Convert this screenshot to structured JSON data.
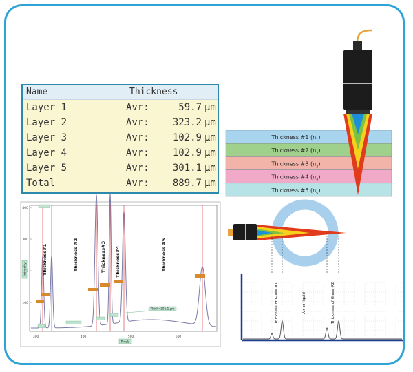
{
  "table": {
    "headers": [
      "Name",
      "Thickness"
    ],
    "rows": [
      {
        "name": "Layer 1",
        "avr": "Avr:",
        "value": "59.7",
        "unit": "µm"
      },
      {
        "name": "Layer 2",
        "avr": "Avr:",
        "value": "323.2",
        "unit": "µm"
      },
      {
        "name": "Layer 3",
        "avr": "Avr:",
        "value": "102.9",
        "unit": "µm"
      },
      {
        "name": "Layer 4",
        "avr": "Avr:",
        "value": "102.9",
        "unit": "µm"
      },
      {
        "name": "Layer 5",
        "avr": "Avr:",
        "value": "301.1",
        "unit": "µm"
      },
      {
        "name": "Total",
        "avr": "Avr:",
        "value": "889.7",
        "unit": "µm"
      }
    ]
  },
  "layers": {
    "labels": [
      "Thickness #1 (n",
      "Thickness #2 (n",
      "Thickness #3 (n",
      "Thickness #4 (n",
      "Thickness #5 (n"
    ],
    "subscripts": [
      "1",
      "2",
      "3",
      "4",
      "5"
    ],
    "colors": [
      "#a8d4ee",
      "#9fd18c",
      "#f2b3a8",
      "#f0aac8",
      "#b7e3e6"
    ]
  },
  "spectrum_left": {
    "y_ticks": [
      "400",
      "300",
      "200",
      "100"
    ],
    "x_ticks": [
      "300",
      "400",
      "500",
      "600"
    ],
    "x_label": "Pixels",
    "y_label": "Intensity",
    "peak_labels": [
      "Thickness#1",
      "Thickness #2",
      "Thickness#3",
      "Thickness#4",
      "Thickness #5"
    ],
    "thick_readout": "Thick=301.1 µm"
  },
  "spectrum_right": {
    "peak_labels": [
      "Thickness of Glass #1",
      "Air or liquid",
      "Thickness of Glass #2"
    ]
  },
  "colors": {
    "border": "#2ea3d6",
    "table_border": "#2d88ad",
    "table_bg": "#fbf6d2",
    "probe_body": "#1c1c1c",
    "cable": "#e8a33a",
    "tube": "#a8d0ec"
  },
  "icons": {
    "probe": "optical-probe-icon",
    "glass_tube": "glass-tube-icon"
  }
}
